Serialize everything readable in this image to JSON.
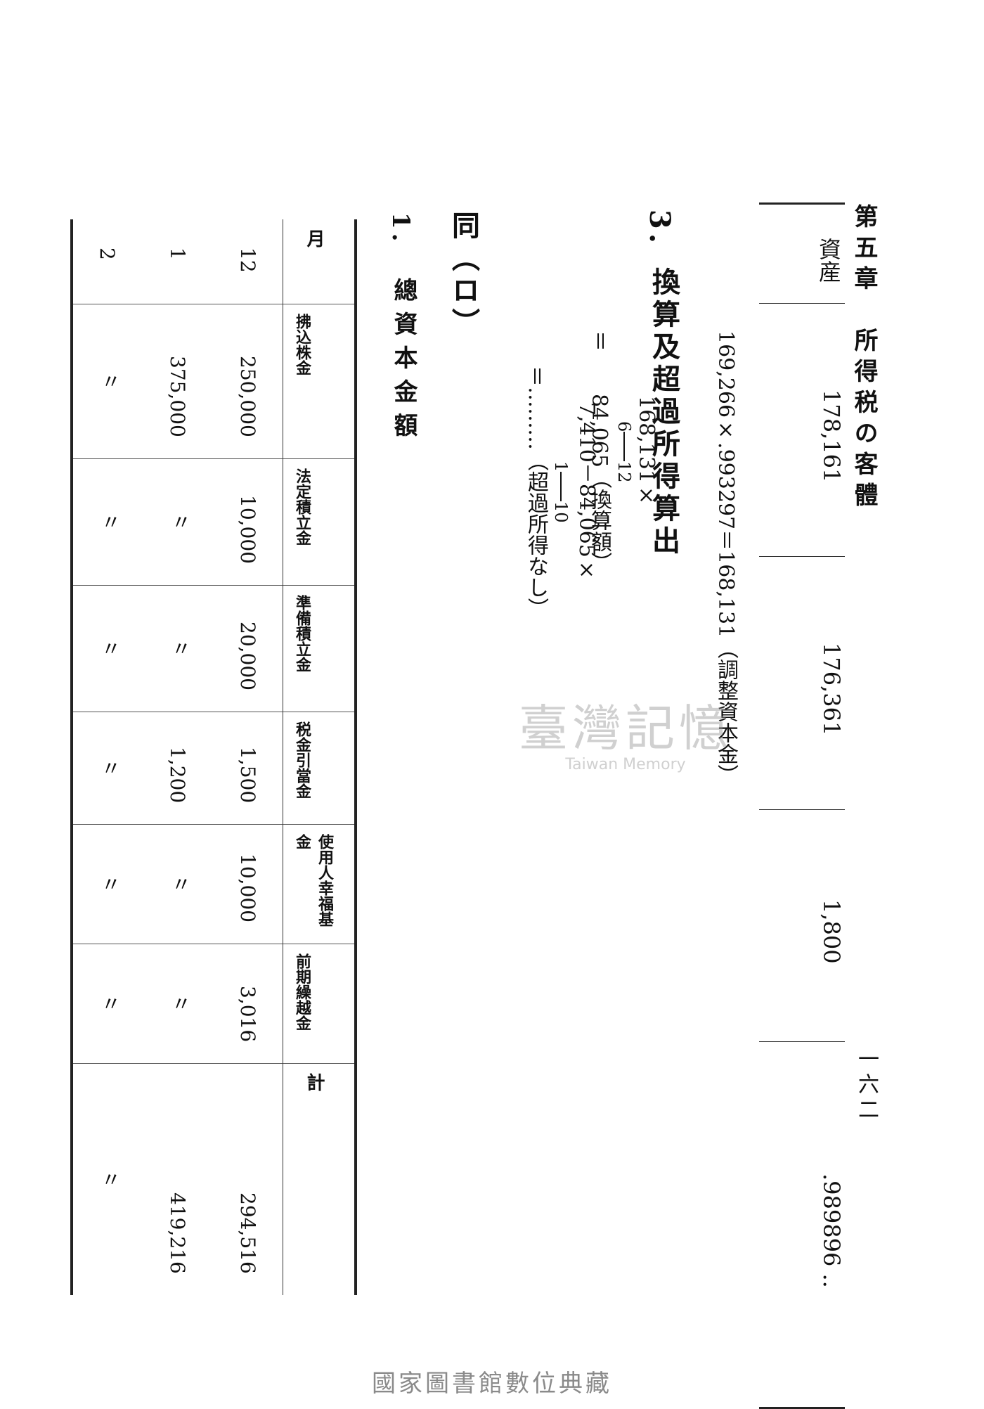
{
  "header": {
    "chapter_title": "第五章　所得税の客體",
    "page_number": "一六二"
  },
  "asset_table": {
    "cells": [
      "資産",
      "178,161",
      "176,361",
      "1,800",
      ".989896 .."
    ]
  },
  "formula1": "169,266×.993297＝168,131（調整資本金）",
  "section3": {
    "number": "3.",
    "title": "換算及超過所得算出",
    "line1_prefix": "168,131×",
    "line1_num": "6",
    "line1_den": "12",
    "line1_suffix": "＝　　84,065（換算額）",
    "line2_prefix": "7,410－84,065×",
    "line2_num": "1",
    "line2_den": "10",
    "line2_suffix": "＝………（超過所得なし）"
  },
  "section_ro": {
    "title": "同（ロ）"
  },
  "subsection1": {
    "number": "1.",
    "title": "總資本金額"
  },
  "capital_table": {
    "headers": [
      "月",
      "拂込株金",
      "法定積立金",
      "準備積立金",
      "税金引當金",
      "使用人幸福基金",
      "前期繰越金",
      "計"
    ],
    "rows": [
      {
        "month": "12",
        "cells": [
          "250,000",
          "10,000",
          "20,000",
          "1,500",
          "10,000",
          "3,016",
          "294,516"
        ]
      },
      {
        "month": "1",
        "cells": [
          "375,000",
          "〃",
          "〃",
          "1,200",
          "〃",
          "〃",
          "419,216"
        ]
      },
      {
        "month": "2",
        "cells": [
          "〃",
          "〃",
          "〃",
          "〃",
          "〃",
          "〃",
          "〃"
        ]
      }
    ]
  },
  "watermark": {
    "main": "臺灣記憶",
    "sub": "Taiwan Memory"
  },
  "footer": {
    "seal": "國家圖書館數位典藏"
  }
}
